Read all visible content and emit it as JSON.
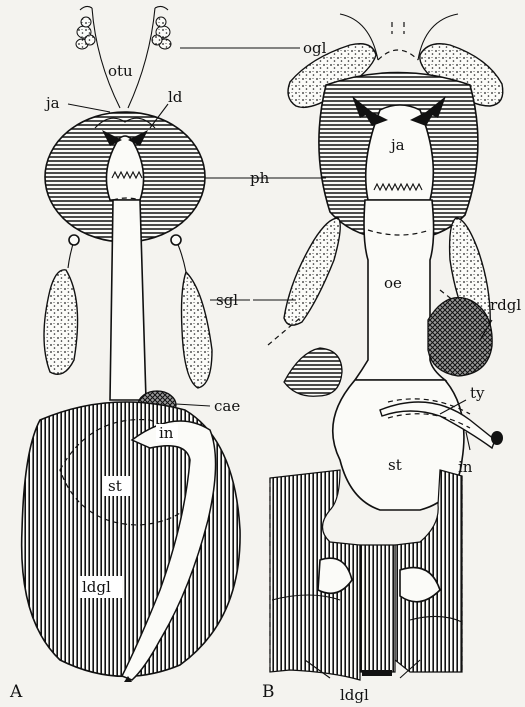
{
  "figure": {
    "panels": [
      {
        "id": "A",
        "letter": "A",
        "labels": {
          "otu": "otu",
          "ogl": "ogl",
          "ld": "ld",
          "ja": "ja",
          "ph": "ph",
          "sgl": "sgl",
          "cae": "cae",
          "in": "in",
          "st": "st",
          "ldgl": "ldgl"
        }
      },
      {
        "id": "B",
        "letter": "B",
        "labels": {
          "ja": "ja",
          "oe": "oe",
          "rdgl": "rdgl",
          "ty": "ty",
          "st": "st",
          "in": "in",
          "ldgl": "ldgl"
        }
      }
    ]
  }
}
